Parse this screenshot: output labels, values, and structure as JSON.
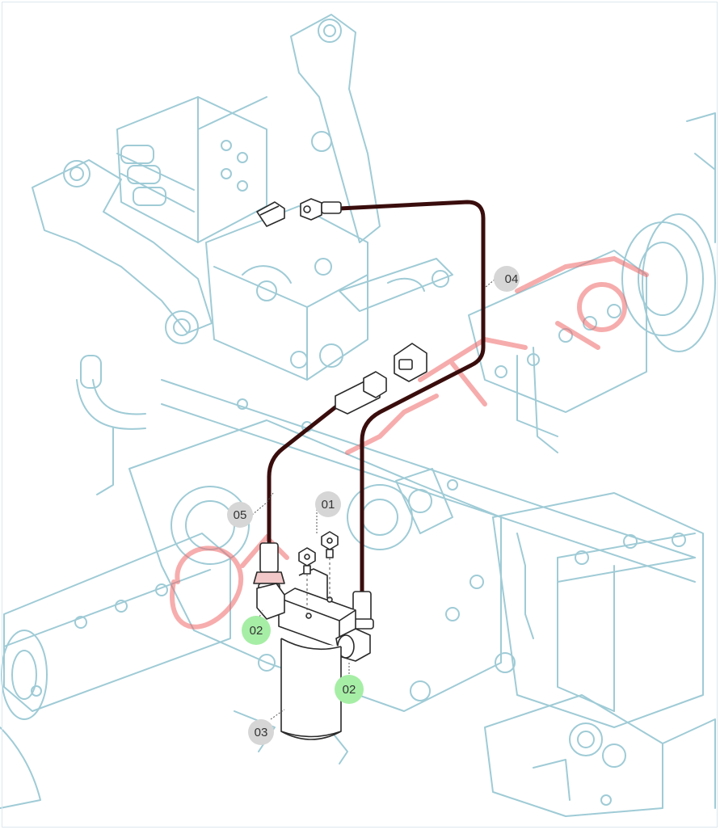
{
  "callouts": [
    {
      "id": "c01",
      "label": "01",
      "style": "gray"
    },
    {
      "id": "c02a",
      "label": "02",
      "style": "green"
    },
    {
      "id": "c02b",
      "label": "02",
      "style": "green"
    },
    {
      "id": "c03",
      "label": "03",
      "style": "gray"
    },
    {
      "id": "c04",
      "label": "04",
      "style": "gray"
    },
    {
      "id": "c05",
      "label": "05",
      "style": "gray"
    }
  ],
  "colors": {
    "background_lines": "#9fcbd6",
    "pipe": "#3a0d0d",
    "part_outline": "#2a2a2a",
    "callout_gray": "#d6d6d6",
    "callout_green": "#a6eea6",
    "watermark": "#f06a6a"
  }
}
